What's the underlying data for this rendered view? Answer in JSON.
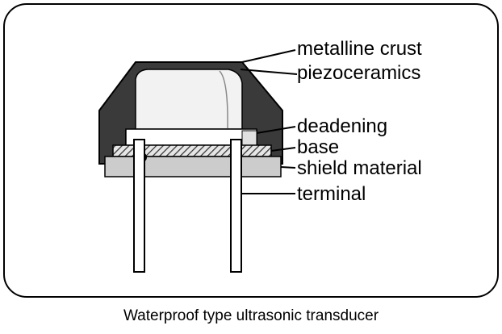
{
  "labels": {
    "metalline_crust": "metalline crust",
    "piezoceramics": "piezoceramics",
    "deadening": "deadening",
    "base": "base",
    "shield_material": "shield material",
    "terminal": "terminal"
  },
  "caption": "Waterproof type ultrasonic transducer",
  "colors": {
    "crust": "#3a3a3a",
    "piezo": "#f2f2f2",
    "shield": "#cccccc",
    "outline": "#000000"
  }
}
